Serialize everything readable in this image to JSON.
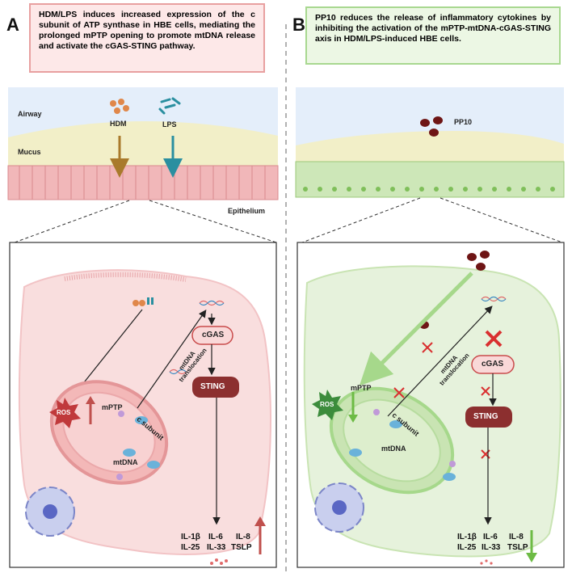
{
  "panels": {
    "A": {
      "letter": "A",
      "title": "HDM/LPS induces increased expression of the c subunit of ATP synthase in HBE cells, mediating the prolonged mPTP opening to promote mtDNA release and activate the cGAS-STING pathway.",
      "labels": {
        "airway": "Airway",
        "mucus": "Mucus",
        "epithelium": "Epithelium",
        "hdm": "HDM",
        "lps": "LPS",
        "ros": "ROS",
        "mptp": "mPTP",
        "c_subunit": "c subunit",
        "mtdna": "mtDNA",
        "mtdna_translocation": "mtDNA\ntranslocation",
        "cgas": "cGAS",
        "sting": "STING"
      },
      "cytokines": [
        "IL-1β",
        "IL-6",
        "IL-8",
        "IL-25",
        "IL-33",
        "TSLP"
      ],
      "colors": {
        "title_bg": "#fde8e8",
        "title_border": "#e8a0a0",
        "cell": "#f9dede",
        "accent": "#c0504d"
      }
    },
    "B": {
      "letter": "B",
      "title": "PP10 reduces the release of inflammatory cytokines by inhibiting the activation of the mPTP-mtDNA-cGAS-STING axis in HDM/LPS-induced HBE cells.",
      "labels": {
        "pp10": "PP10",
        "ros": "ROS",
        "mptp": "mPTP",
        "c_subunit": "c subunit",
        "mtdna": "mtDNA",
        "mtdna_translocation": "mtDNA\ntranslocation",
        "cgas": "cGAS",
        "sting": "STING"
      },
      "cytokines": [
        "IL-1β",
        "IL-6",
        "IL-8",
        "IL-25",
        "IL-33",
        "TSLP"
      ],
      "colors": {
        "title_bg": "#ecf7e4",
        "title_border": "#a8d890",
        "cell": "#e6f2dc",
        "accent": "#6dbb45"
      }
    }
  }
}
